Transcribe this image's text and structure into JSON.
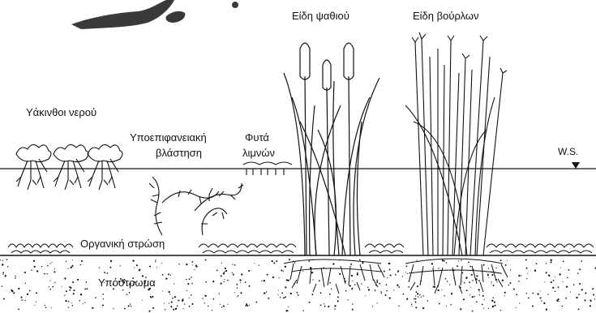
{
  "diagram": {
    "labels": {
      "water_hyacinths": "Υάκινθοι νερού",
      "submerged_line1": "Υποεπιφανειακή",
      "submerged_line2": "βλάστηση",
      "duckweed_line1": "Φυτά",
      "duckweed_line2": "λιμνών",
      "cattails": "Είδη ψαθιού",
      "bulrushes": "Είδη βούρλων",
      "water_surface": "W.S.",
      "organic_layer": "Οργανική στρώση",
      "substrate": "Υπόστρωμα"
    },
    "colors": {
      "ink": "#111111",
      "background": "#ffffff",
      "smudge": "#3a3a3a"
    }
  }
}
